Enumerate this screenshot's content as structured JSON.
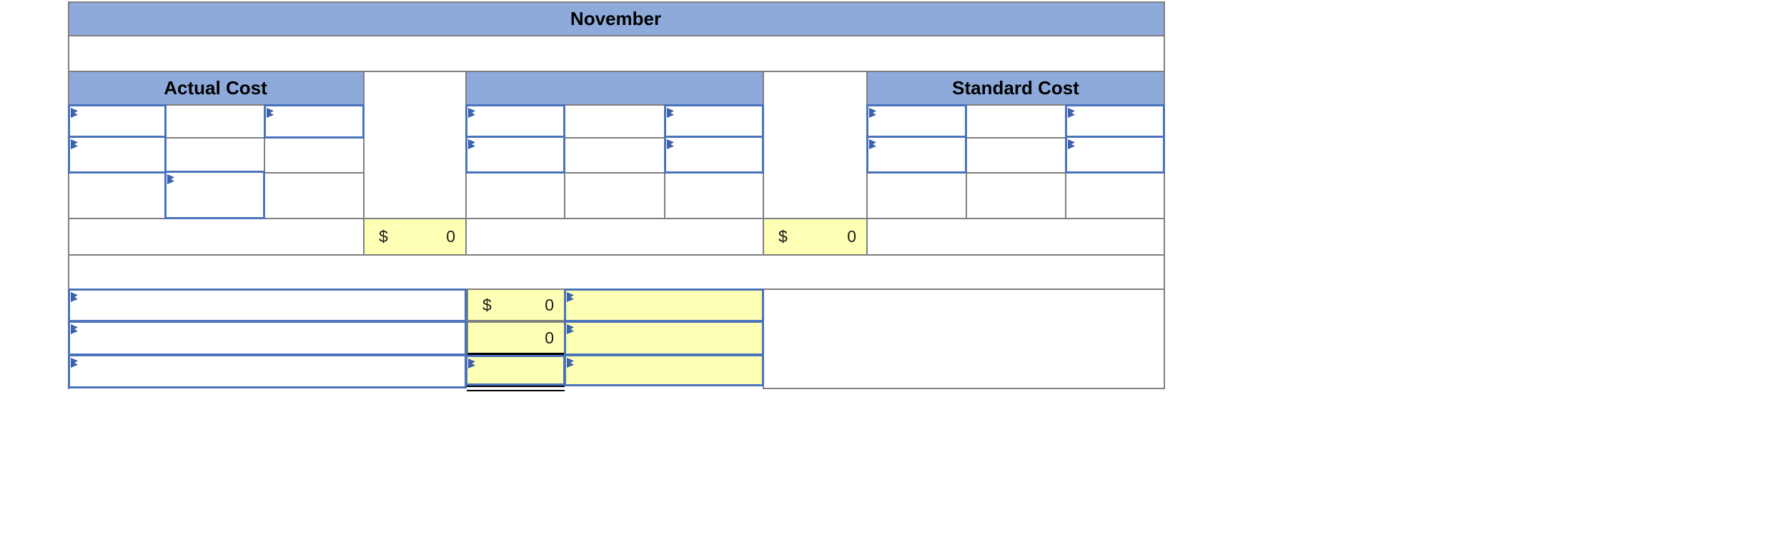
{
  "title": "November",
  "headers": {
    "left": "Actual Cost",
    "middle": "",
    "right": "Standard Cost"
  },
  "subtotal_row": {
    "left": {
      "currency": "$",
      "amount": "0"
    },
    "right": {
      "currency": "$",
      "amount": "0"
    }
  },
  "bottom_block": {
    "rows": [
      {
        "currency": "$",
        "amount": "0"
      },
      {
        "currency": "",
        "amount": "0"
      },
      {
        "currency": "",
        "amount": ""
      }
    ]
  },
  "colors": {
    "header_fill": "#8EAADB",
    "input_border": "#4A73BC",
    "flag": "#3D63AE",
    "highlight_fill": "#FDFFB5",
    "gridline": "#7F7F7F",
    "text": "#000000"
  }
}
